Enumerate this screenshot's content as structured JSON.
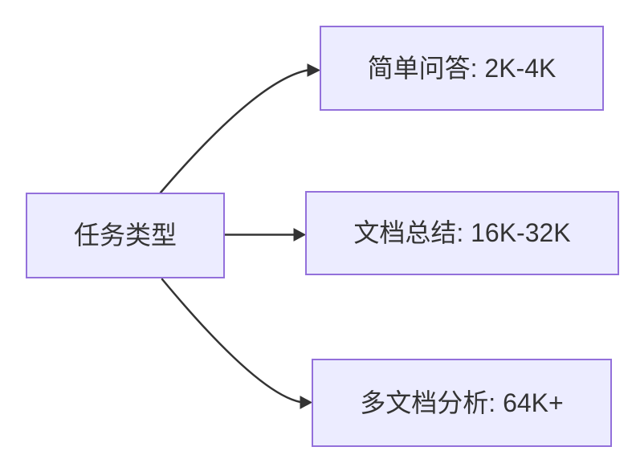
{
  "diagram": {
    "type": "flowchart-left-to-right",
    "colors": {
      "node_fill": "#ECECFF",
      "node_border": "#9370DB",
      "edge": "#333333",
      "text": "#333333",
      "background": "#FFFFFF"
    },
    "nodes": [
      {
        "id": "task-type",
        "label": "任务类型"
      },
      {
        "id": "simple-qa",
        "label": "简单问答: 2K-4K"
      },
      {
        "id": "doc-summary",
        "label": "文档总结: 16K-32K"
      },
      {
        "id": "multi-doc-analysis",
        "label": "多文档分析: 64K+"
      }
    ],
    "edges": [
      {
        "from": "task-type",
        "to": "simple-qa"
      },
      {
        "from": "task-type",
        "to": "doc-summary"
      },
      {
        "from": "task-type",
        "to": "multi-doc-analysis"
      }
    ]
  }
}
